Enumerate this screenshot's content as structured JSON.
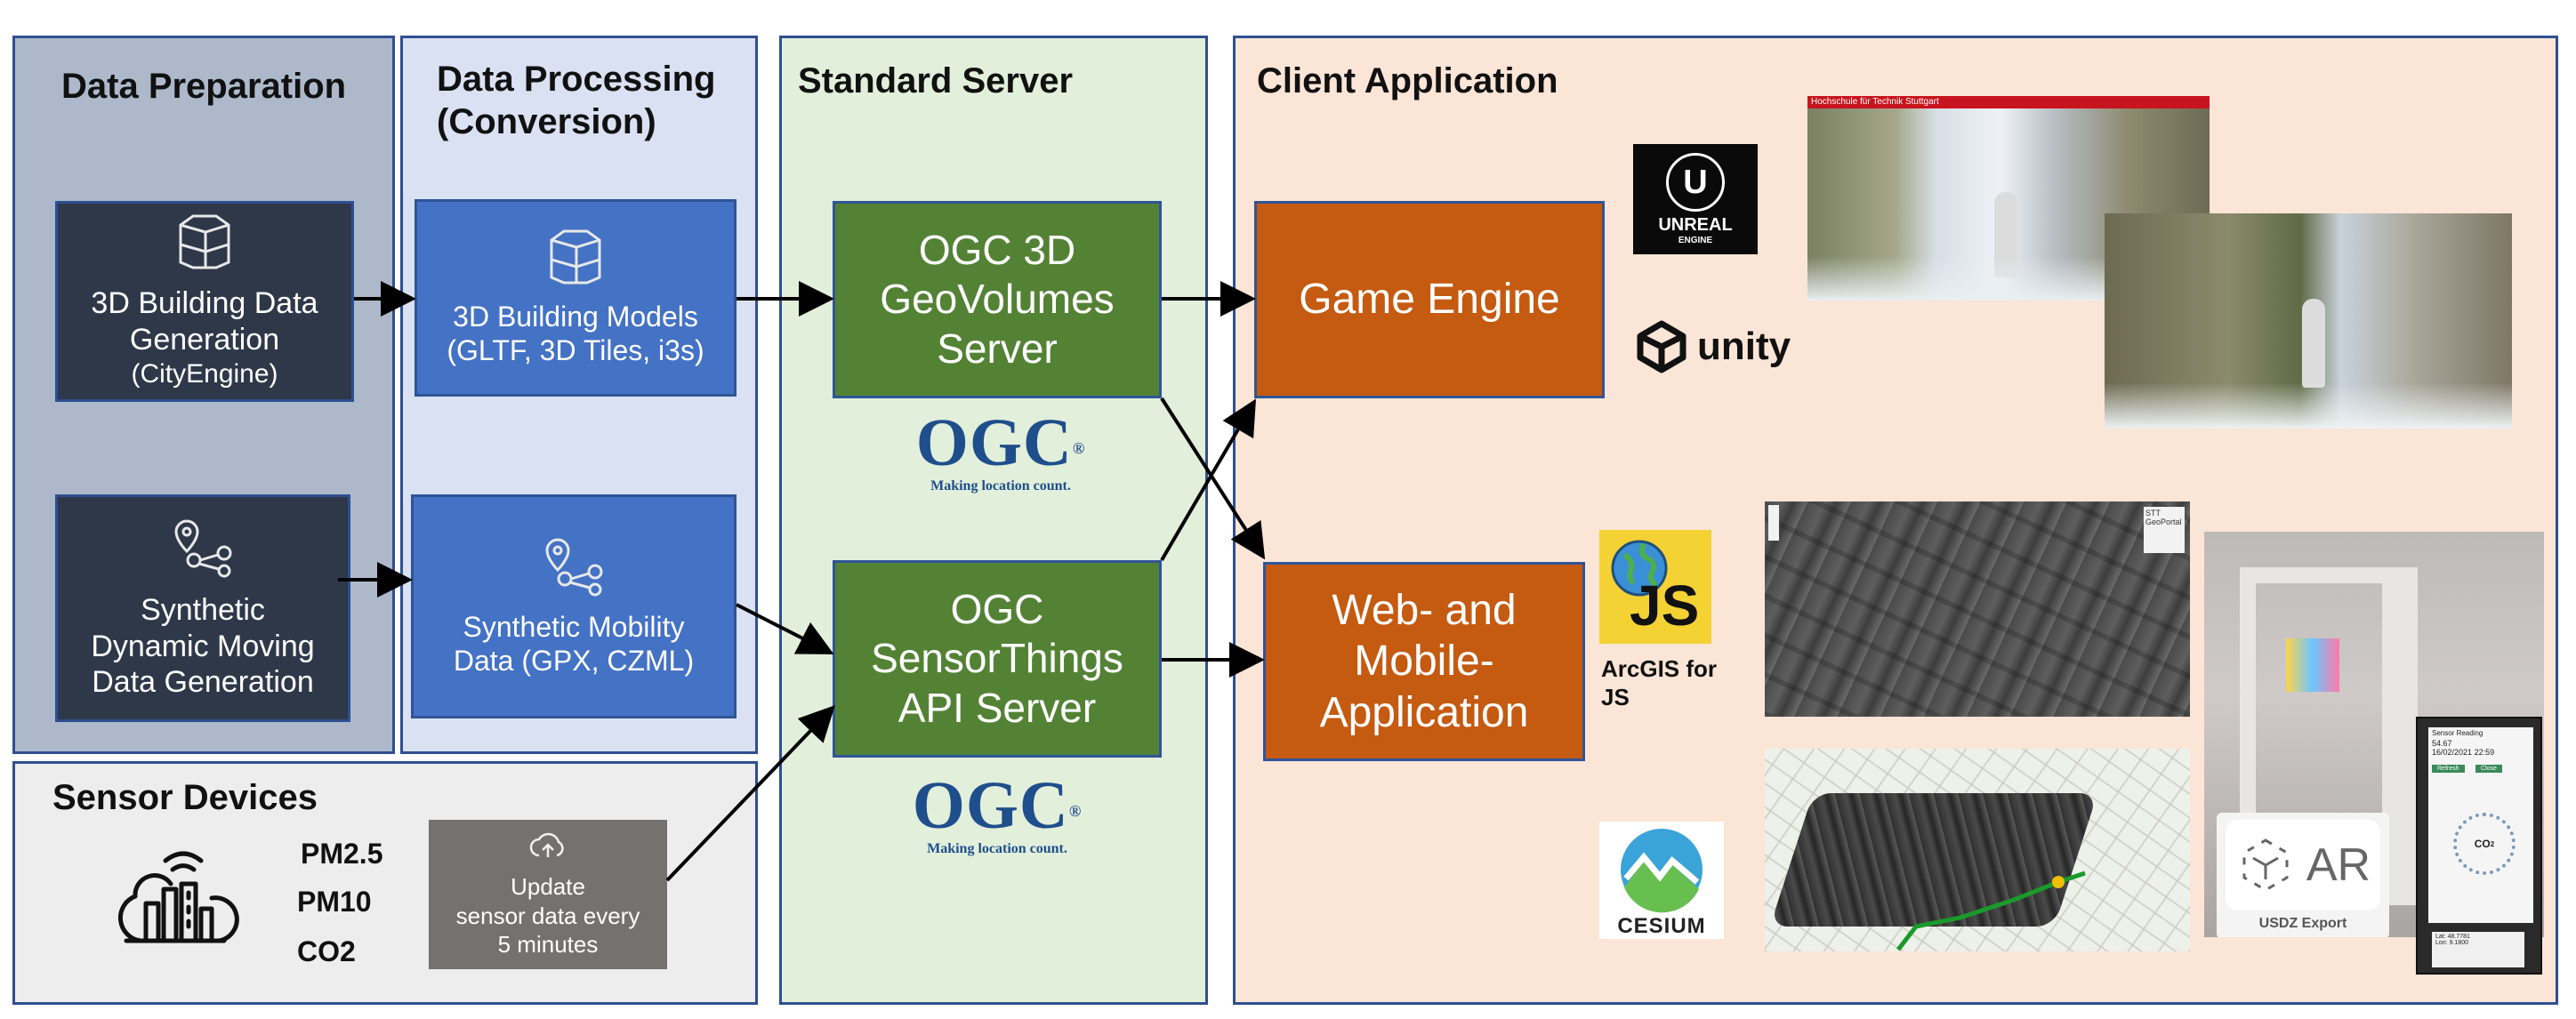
{
  "colors": {
    "prep_bg": "#adb9ca",
    "proc_bg": "#d9e1f2",
    "server_bg": "#e2efda",
    "client_bg": "#fbe5d6",
    "sensor_bg": "#ededed",
    "node_dark": "#2e3849",
    "node_blue": "#4472c4",
    "node_green": "#548235",
    "node_orange": "#c55a11",
    "update_box": "#767171",
    "ogc_blue": "#1f4e8c"
  },
  "panels": {
    "data_preparation": {
      "title": "Data Preparation"
    },
    "data_processing": {
      "title_line1": "Data Processing",
      "title_line2": "(Conversion)"
    },
    "standard_server": {
      "title": "Standard Server"
    },
    "client_application": {
      "title": "Client Application"
    },
    "sensor_devices": {
      "title": "Sensor Devices"
    }
  },
  "nodes": {
    "building_generation": {
      "line1": "3D Building Data",
      "line2": "Generation",
      "line3": "(CityEngine)",
      "icon": "cubes-icon"
    },
    "synthetic_generation": {
      "line1": "Synthetic",
      "line2": "Dynamic Moving",
      "line3": "Data Generation",
      "icon": "route-pin-icon"
    },
    "building_models": {
      "line1": "3D Building Models",
      "line2": "(GLTF, 3D Tiles, i3s)",
      "icon": "cubes-icon"
    },
    "mobility_data": {
      "line1": "Synthetic Mobility",
      "line2": "Data (GPX, CZML)",
      "icon": "route-pin-icon"
    },
    "geovolumes_server": {
      "line1": "OGC 3D",
      "line2": "GeoVolumes",
      "line3": "Server"
    },
    "sensorthings_server": {
      "line1": "OGC",
      "line2": "SensorThings",
      "line3": "API Server"
    },
    "game_engine": {
      "line1": "Game Engine"
    },
    "web_mobile": {
      "line1": "Web- and",
      "line2": "Mobile-",
      "line3": "Application"
    }
  },
  "ogc_logo": {
    "text": "OGC",
    "tagline": "Making location count."
  },
  "sensors": {
    "readings": [
      "PM2.5",
      "PM10",
      "CO2"
    ],
    "update_box": {
      "line1": "Update",
      "line2": "sensor data every",
      "line3": "5 minutes",
      "icon": "cloud-upload-icon"
    },
    "device_icon": "smart-city-sensor-icon"
  },
  "logos": {
    "unreal": {
      "line1": "UNREAL",
      "line2": "ENGINE",
      "mark": "U"
    },
    "unity": {
      "text": "unity"
    },
    "arcgis": {
      "mark": "JS",
      "caption_line1": "ArcGIS for",
      "caption_line2": "JS"
    },
    "cesium": {
      "text": "CESIUM"
    }
  },
  "screenshots": {
    "game1_header": "Hochschule für Technik Stuttgart",
    "map_header": "STT GeoPortal",
    "ar_label": "AR",
    "ar_caption": "USDZ Export",
    "phone_header": "Sensor Reading",
    "phone_value": "54.67",
    "phone_date": "16/02/2021",
    "phone_time": "22:59",
    "phone_gas": "CO",
    "phone_gas_sub": "2",
    "phone_btn1": "Refresh",
    "phone_btn2": "Close",
    "phone_footer1": "Lat: 48.7781",
    "phone_footer2": "Lon: 9.1800"
  }
}
